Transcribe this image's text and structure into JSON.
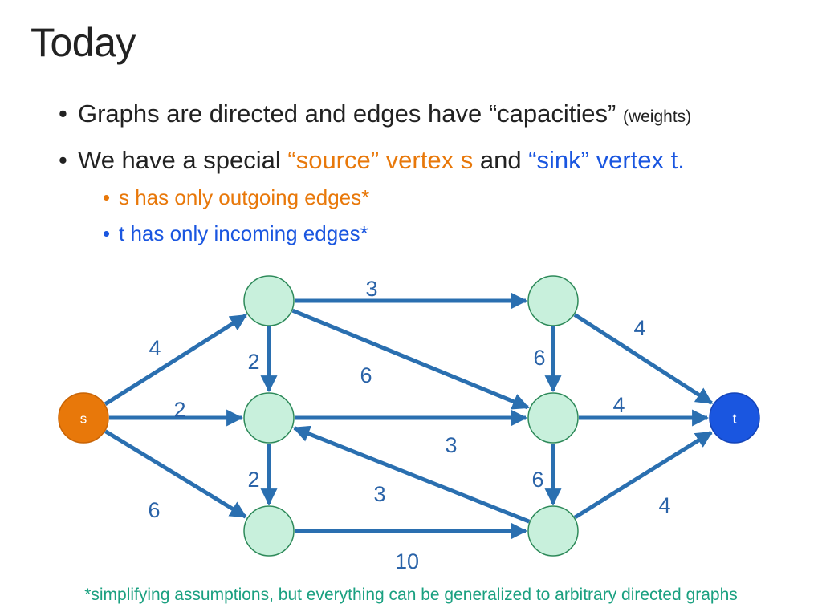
{
  "slide": {
    "title": "Today",
    "bullet1": {
      "text": "Graphs are directed and edges have “capacities”",
      "aside": "(weights)"
    },
    "bullet2": {
      "part1": "We have a special",
      "source_term": "“source” vertex s",
      "part2": "and",
      "sink_term": "“sink” vertex t."
    },
    "sub1": "s has only outgoing edges*",
    "sub2": "t has only incoming edges*",
    "footnote": "*simplifying assumptions, but everything can be generalized to arbitrary directed graphs",
    "bullet_glyph": "•"
  },
  "colors": {
    "source": "#e8780a",
    "sink": "#1a56e0",
    "node_fill": "#c8f0dc",
    "node_stroke": "#2e8a5a",
    "edge": "#2a6fb0",
    "edge_label": "#2a63a8",
    "footnote": "#1aa080"
  },
  "graph": {
    "nodes": [
      {
        "id": "s",
        "label": "s",
        "role": "source"
      },
      {
        "id": "a",
        "label": ""
      },
      {
        "id": "b",
        "label": ""
      },
      {
        "id": "c",
        "label": ""
      },
      {
        "id": "d",
        "label": ""
      },
      {
        "id": "e",
        "label": ""
      },
      {
        "id": "f",
        "label": ""
      },
      {
        "id": "t",
        "label": "t",
        "role": "sink"
      }
    ],
    "edges": [
      {
        "from": "s",
        "to": "a",
        "capacity": "4"
      },
      {
        "from": "s",
        "to": "b",
        "capacity": "2"
      },
      {
        "from": "s",
        "to": "c",
        "capacity": "6"
      },
      {
        "from": "a",
        "to": "d",
        "capacity": "3"
      },
      {
        "from": "a",
        "to": "b",
        "capacity": "2"
      },
      {
        "from": "a",
        "to": "e",
        "capacity": "6"
      },
      {
        "from": "b",
        "to": "c",
        "capacity": "2"
      },
      {
        "from": "b",
        "to": "e",
        "capacity": "3"
      },
      {
        "from": "c",
        "to": "f",
        "capacity": "10"
      },
      {
        "from": "f",
        "to": "b",
        "capacity": "3"
      },
      {
        "from": "d",
        "to": "e",
        "capacity": "6"
      },
      {
        "from": "d",
        "to": "t",
        "capacity": "4"
      },
      {
        "from": "e",
        "to": "f",
        "capacity": "6"
      },
      {
        "from": "e",
        "to": "t",
        "capacity": "4"
      },
      {
        "from": "f",
        "to": "t",
        "capacity": "4"
      }
    ]
  }
}
